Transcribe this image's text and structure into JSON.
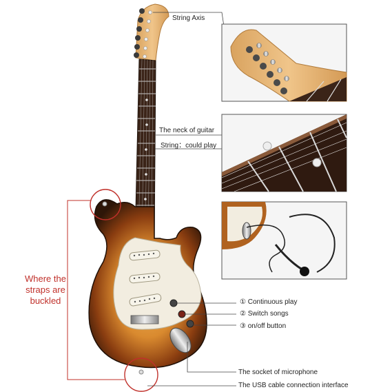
{
  "labels": {
    "string_axis": "String Axis",
    "neck": "The neck of guitar",
    "string": "String：could play",
    "continuous_play": "① Continuous play",
    "switch_songs": "② Switch songs",
    "onoff": "③ on/off button",
    "mic_socket": "The socket of microphone",
    "usb": "The USB cable connection interface"
  },
  "strap_label": [
    "Where the",
    "straps are",
    "buckled"
  ],
  "colors": {
    "accent_red": "#c0302a",
    "sunburst_dark": "#3a1d0c",
    "sunburst_mid": "#9a4a12",
    "sunburst_light": "#e8a14a",
    "maple": "#e5b274",
    "rosewood": "#3b2418",
    "pickguard": "#f2ede0"
  }
}
